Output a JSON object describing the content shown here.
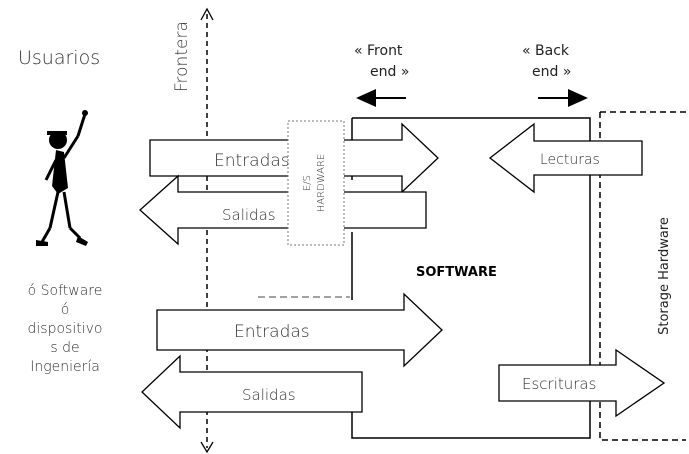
{
  "labels": {
    "usuarios": "Usuarios",
    "frontera": "Frontera",
    "front_end_1": "« Front",
    "front_end_2": "end »",
    "back_end_1": "« Back",
    "back_end_2": "end »",
    "es_hardware_1": "E/S",
    "es_hardware_2": "HARDWARE",
    "software": "SOFTWARE",
    "storage_hardware": "Storage Hardware",
    "alt_line_1": "ó Software",
    "alt_line_2": "ó",
    "alt_line_3": "dispositivo",
    "alt_line_4": "s de",
    "alt_line_5": "Ingeniería"
  },
  "arrows": {
    "entradas_top": "Entradas",
    "salidas_top": "Salidas",
    "lecturas": "Lecturas",
    "entradas_bottom": "Entradas",
    "salidas_bottom": "Salidas",
    "escrituras": "Escrituras"
  }
}
